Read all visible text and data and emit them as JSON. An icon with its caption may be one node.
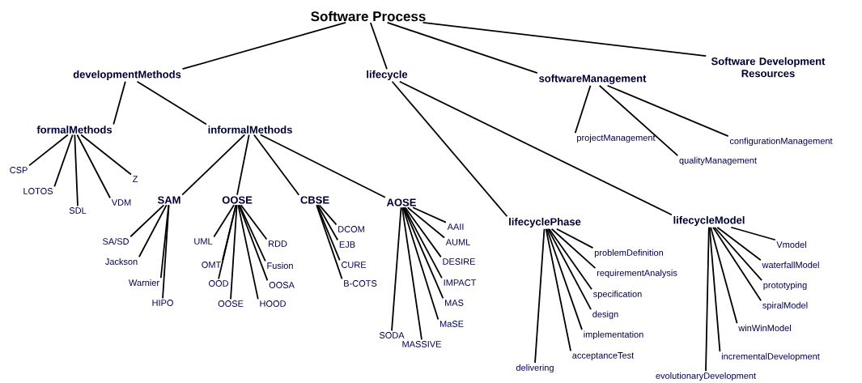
{
  "diagram": {
    "nodes": [
      {
        "text": [
          "Software Process"
        ]
      },
      {
        "text": [
          "developmentMethods"
        ]
      },
      {
        "text": [
          "lifecycle"
        ]
      },
      {
        "text": [
          "softwareManagement"
        ]
      },
      {
        "text": [
          "Software Development Resources"
        ]
      },
      {
        "text": [
          "formalMethods"
        ]
      },
      {
        "text": [
          "informalMethods"
        ]
      },
      {
        "text": [
          "CSP"
        ]
      },
      {
        "text": [
          "LOTOS"
        ]
      },
      {
        "text": [
          "SDL"
        ]
      },
      {
        "text": [
          "VDM"
        ]
      },
      {
        "text": [
          "Z"
        ]
      },
      {
        "text": [
          "SAM"
        ]
      },
      {
        "text": [
          "OOSE"
        ]
      },
      {
        "text": [
          "CBSE"
        ]
      },
      {
        "text": [
          "AOSE"
        ]
      },
      {
        "text": [
          "SA/SD"
        ]
      },
      {
        "text": [
          "Jackson"
        ]
      },
      {
        "text": [
          "Warnier"
        ]
      },
      {
        "text": [
          "HIPO"
        ]
      },
      {
        "text": [
          "UML"
        ]
      },
      {
        "text": [
          "OMT"
        ]
      },
      {
        "text": [
          "OOD"
        ]
      },
      {
        "text": [
          "OOSE"
        ]
      },
      {
        "text": [
          "HOOD"
        ]
      },
      {
        "text": [
          "RDD"
        ]
      },
      {
        "text": [
          "Fusion"
        ]
      },
      {
        "text": [
          "OOSA"
        ]
      },
      {
        "text": [
          "DCOM"
        ]
      },
      {
        "text": [
          "EJB"
        ]
      },
      {
        "text": [
          "CURE"
        ]
      },
      {
        "text": [
          "B-COTS"
        ]
      },
      {
        "text": [
          "SODA"
        ]
      },
      {
        "text": [
          "MASSIVE"
        ]
      },
      {
        "text": [
          "AAII"
        ]
      },
      {
        "text": [
          "AUML"
        ]
      },
      {
        "text": [
          "DESIRE"
        ]
      },
      {
        "text": [
          "IMPACT"
        ]
      },
      {
        "text": [
          "MAS"
        ]
      },
      {
        "text": [
          "MaSE"
        ]
      },
      {
        "text": [
          "lifecyclePhase"
        ]
      },
      {
        "text": [
          "lifecycleModel"
        ]
      },
      {
        "text": [
          "problemDefinition"
        ]
      },
      {
        "text": [
          "requirementAnalysis"
        ]
      },
      {
        "text": [
          "specification"
        ]
      },
      {
        "text": [
          "design"
        ]
      },
      {
        "text": [
          "implementation"
        ]
      },
      {
        "text": [
          "acceptanceTest"
        ]
      },
      {
        "text": [
          "delivering"
        ]
      },
      {
        "text": [
          "Vmodel"
        ]
      },
      {
        "text": [
          "waterfallModel"
        ]
      },
      {
        "text": [
          "prototyping"
        ]
      },
      {
        "text": [
          "spiralModel"
        ]
      },
      {
        "text": [
          "winWinModel"
        ]
      },
      {
        "text": [
          "incrementalDevelopment"
        ]
      },
      {
        "text": [
          "evolutionaryDevelopment"
        ]
      },
      {
        "text": [
          "projectManagement"
        ]
      },
      {
        "text": [
          "qualityManagement"
        ]
      },
      {
        "text": [
          "configurationManagement"
        ]
      }
    ],
    "edges": [
      {
        "from": 0,
        "to": 1,
        "arrow": "none"
      },
      {
        "from": 0,
        "to": 2,
        "arrow": "none"
      },
      {
        "from": 0,
        "to": 3,
        "arrow": "none"
      },
      {
        "from": 0,
        "to": 4,
        "arrow": "none"
      },
      {
        "from": 1,
        "to": 5,
        "arrow": "none"
      },
      {
        "from": 1,
        "to": 6,
        "arrow": "none"
      },
      {
        "from": 5,
        "to": 7,
        "arrow": "none"
      },
      {
        "from": 5,
        "to": 8,
        "arrow": "none"
      },
      {
        "from": 5,
        "to": 9,
        "arrow": "none"
      },
      {
        "from": 5,
        "to": 10,
        "arrow": "none"
      },
      {
        "from": 5,
        "to": 11,
        "arrow": "none"
      },
      {
        "from": 6,
        "to": 12,
        "arrow": "none"
      },
      {
        "from": 6,
        "to": 13,
        "arrow": "none"
      },
      {
        "from": 6,
        "to": 14,
        "arrow": "none"
      },
      {
        "from": 6,
        "to": 15,
        "arrow": "none"
      },
      {
        "from": 12,
        "to": 16,
        "arrow": "none"
      },
      {
        "from": 12,
        "to": 17,
        "arrow": "none"
      },
      {
        "from": 12,
        "to": 18,
        "arrow": "none"
      },
      {
        "from": 12,
        "to": 19,
        "arrow": "none"
      },
      {
        "from": 13,
        "to": 20,
        "arrow": "none"
      },
      {
        "from": 13,
        "to": 21,
        "arrow": "none"
      },
      {
        "from": 13,
        "to": 22,
        "arrow": "none"
      },
      {
        "from": 13,
        "to": 23,
        "arrow": "none"
      },
      {
        "from": 13,
        "to": 24,
        "arrow": "none"
      },
      {
        "from": 13,
        "to": 25,
        "arrow": "none"
      },
      {
        "from": 13,
        "to": 26,
        "arrow": "none"
      },
      {
        "from": 13,
        "to": 27,
        "arrow": "none"
      },
      {
        "from": 14,
        "to": 28,
        "arrow": "none"
      },
      {
        "from": 14,
        "to": 29,
        "arrow": "none"
      },
      {
        "from": 14,
        "to": 30,
        "arrow": "none"
      },
      {
        "from": 14,
        "to": 31,
        "arrow": "none"
      },
      {
        "from": 15,
        "to": 32,
        "arrow": "none"
      },
      {
        "from": 15,
        "to": 33,
        "arrow": "none"
      },
      {
        "from": 15,
        "to": 34,
        "arrow": "none"
      },
      {
        "from": 15,
        "to": 35,
        "arrow": "none"
      },
      {
        "from": 15,
        "to": 36,
        "arrow": "none"
      },
      {
        "from": 15,
        "to": 37,
        "arrow": "none"
      },
      {
        "from": 15,
        "to": 38,
        "arrow": "none"
      },
      {
        "from": 15,
        "to": 39,
        "arrow": "none"
      },
      {
        "from": 2,
        "to": 40,
        "arrow": "none"
      },
      {
        "from": 2,
        "to": 41,
        "arrow": "none"
      },
      {
        "from": 40,
        "to": 42,
        "arrow": "none"
      },
      {
        "from": 40,
        "to": 43,
        "arrow": "none"
      },
      {
        "from": 40,
        "to": 44,
        "arrow": "none"
      },
      {
        "from": 40,
        "to": 45,
        "arrow": "none"
      },
      {
        "from": 40,
        "to": 46,
        "arrow": "none"
      },
      {
        "from": 40,
        "to": 47,
        "arrow": "none"
      },
      {
        "from": 40,
        "to": 48,
        "arrow": "none"
      },
      {
        "from": 41,
        "to": 49,
        "arrow": "none"
      },
      {
        "from": 41,
        "to": 50,
        "arrow": "none"
      },
      {
        "from": 41,
        "to": 51,
        "arrow": "none"
      },
      {
        "from": 41,
        "to": 52,
        "arrow": "none"
      },
      {
        "from": 41,
        "to": 53,
        "arrow": "none"
      },
      {
        "from": 41,
        "to": 54,
        "arrow": "none"
      },
      {
        "from": 41,
        "to": 55,
        "arrow": "none"
      },
      {
        "from": 3,
        "to": 56,
        "arrow": "none"
      },
      {
        "from": 3,
        "to": 57,
        "arrow": "none"
      },
      {
        "from": 3,
        "to": 58,
        "arrow": "none"
      }
    ]
  }
}
